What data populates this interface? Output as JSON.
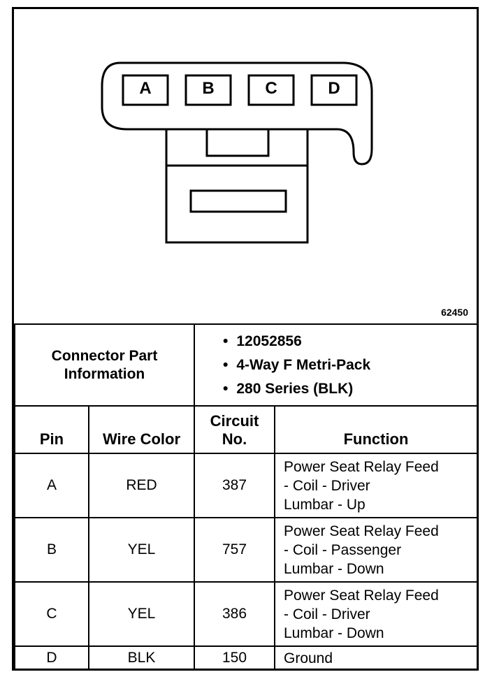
{
  "connector": {
    "pin_letters": [
      "A",
      "B",
      "C",
      "D"
    ],
    "figure_number": "62450"
  },
  "part_info": {
    "heading_line1": "Connector Part",
    "heading_line2": "Information",
    "items": [
      "12052856",
      "4-Way F Metri-Pack",
      "280 Series (BLK)"
    ]
  },
  "table": {
    "headers": {
      "pin": "Pin",
      "wire_color": "Wire Color",
      "circuit_line1": "Circuit",
      "circuit_line2": "No.",
      "function": "Function"
    },
    "rows": [
      {
        "pin": "A",
        "wire_color": "RED",
        "circuit": "387",
        "function": [
          "Power Seat Relay Feed",
          "- Coil - Driver",
          "Lumbar - Up"
        ]
      },
      {
        "pin": "B",
        "wire_color": "YEL",
        "circuit": "757",
        "function": [
          "Power Seat Relay Feed",
          "- Coil - Passenger",
          "Lumbar - Down"
        ]
      },
      {
        "pin": "C",
        "wire_color": "YEL",
        "circuit": "386",
        "function": [
          "Power Seat Relay Feed",
          "- Coil - Driver",
          "Lumbar - Down"
        ]
      },
      {
        "pin": "D",
        "wire_color": "BLK",
        "circuit": "150",
        "function": [
          "Ground"
        ]
      }
    ]
  }
}
